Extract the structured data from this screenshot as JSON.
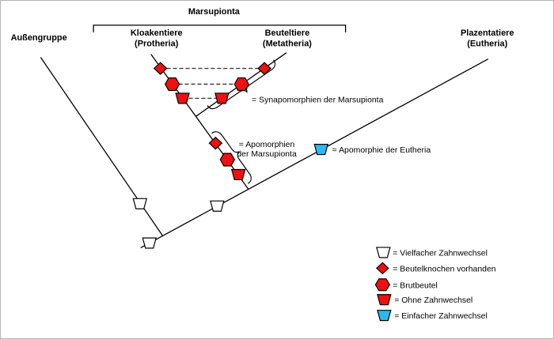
{
  "title": "Marsupionta",
  "labels": {
    "outgroup": "Außengruppe",
    "kloakentiere": "Kloakentiere",
    "kloakentiere_sub": "(Protheria)",
    "beuteltiere": "Beuteltiere",
    "beuteltiere_sub": "(Metatheria)",
    "plazentatiere": "Plazentatiere",
    "plazentatiere_sub": "(Eutheria)"
  },
  "annotations": {
    "synapomorphies": "= Synapomorphien der Marsupionta",
    "apomorphies_line1": "= Apomorphien",
    "apomorphies_line2": "der Marsupionta",
    "eutheria_apomorphy": "= Apomorphie der Eutheria"
  },
  "legend": {
    "items": [
      {
        "symbol": "white-trapezoid",
        "label": "= Vielfacher Zahnwechsel"
      },
      {
        "symbol": "red-diamond",
        "label": "= Beutelknochen vorhanden"
      },
      {
        "symbol": "red-hexagon",
        "label": "= Brutbeutel"
      },
      {
        "symbol": "red-trapezoid",
        "label": "= Ohne Zahnwechsel"
      },
      {
        "symbol": "blue-trapezoid",
        "label": "= Einfacher Zahnwechsel"
      }
    ]
  },
  "colors": {
    "red": "#ee1111",
    "blue": "#2bb9f0",
    "white": "#ffffff",
    "line": "#000000",
    "border": "#b3b3b3"
  }
}
